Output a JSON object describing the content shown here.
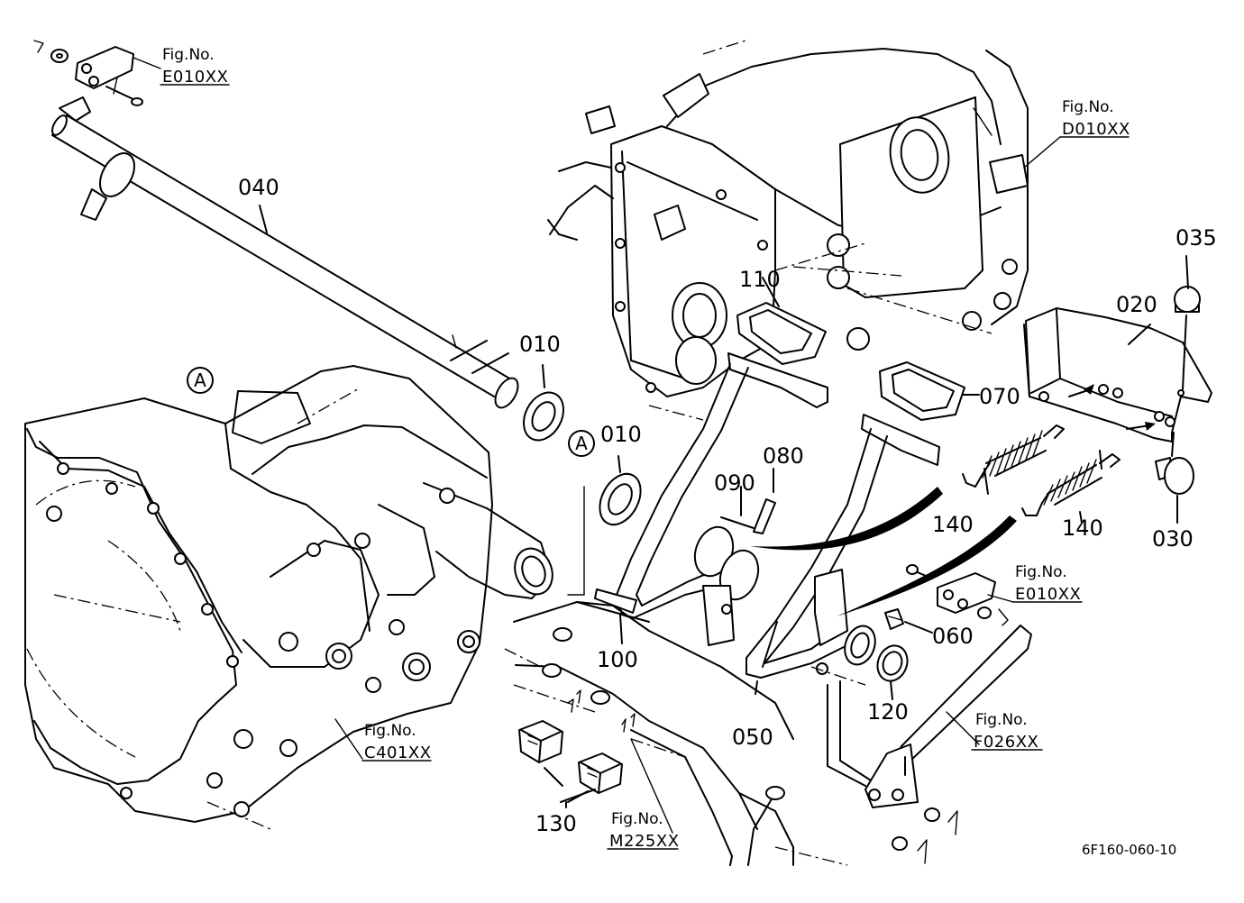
{
  "parts": {
    "p010a": "010",
    "p010b": "010",
    "p020": "020",
    "p030": "030",
    "p035": "035",
    "p040": "040",
    "p050": "050",
    "p060": "060",
    "p070": "070",
    "p080": "080",
    "p090": "090",
    "p100": "100",
    "p110": "110",
    "p120": "120",
    "p130": "130",
    "p140a": "140",
    "p140b": "140"
  },
  "refs": {
    "fig_label": "Fig.No.",
    "e010_top": "E010XX",
    "d010": "D010XX",
    "e010_right": "E010XX",
    "c401": "C401XX",
    "f026": "F026XX",
    "m225": "M225XX"
  },
  "markers": {
    "a1": "A",
    "a2": "A"
  },
  "drawing_code": "6F160-060-10"
}
